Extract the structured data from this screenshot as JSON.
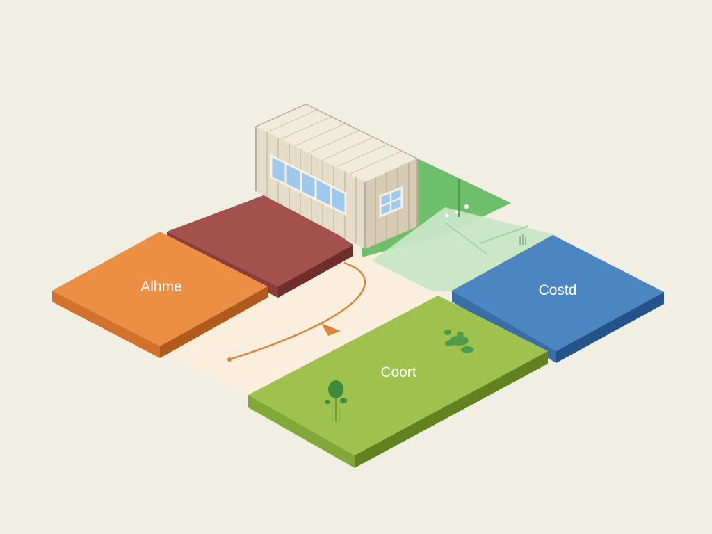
{
  "labels": {
    "orange_zone": "Alhme",
    "blue_zone": "Costd",
    "green_zone": "Coort"
  },
  "colors": {
    "background": "#f1eee4",
    "orange_zone": "#ec8f42",
    "maroon_zone": "#a4504d",
    "blue_zone": "#4b86c2",
    "green_zone": "#9ec24d",
    "path_area": "#f9efdc",
    "green_lawn": "#6fbf6a",
    "pale_green": "#c7e6c6",
    "container": "#e6ddc9",
    "window": "#9ec9ec",
    "path_arrow": "#e0823c"
  },
  "icons": [
    "shipping-container",
    "tree-icon",
    "bush-icon",
    "direction-arrow-icon"
  ]
}
